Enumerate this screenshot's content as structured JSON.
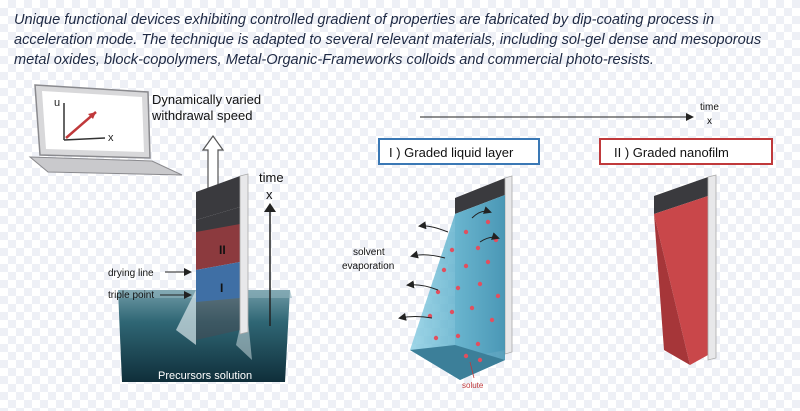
{
  "caption": "Unique functional devices exhibiting controlled gradient of properties are fabricated by dip-coating process in acceleration mode. The technique is adapted to several relevant materials, including sol-gel dense and mesoporous metal oxides, block-copolymers, Metal-Organic-Frameworks colloids and commercial photo-resists.",
  "laptop": {
    "axis_u": "u",
    "axis_x": "x"
  },
  "left_panel": {
    "title_line1": "Dynamically varied",
    "title_line2": "withdrawal speed",
    "time_label": "time",
    "x_label": "x",
    "region_two": "II",
    "region_one": "I",
    "drying_line": "drying line",
    "triple_point": "triple point",
    "solution_label": "Precursors solution"
  },
  "top_axis": {
    "time_label": "time",
    "x_label": "x"
  },
  "middle_panel": {
    "title": "I ) Graded liquid layer",
    "solvent_line1": "solvent",
    "solvent_line2": "evaporation",
    "solute_label": "solute"
  },
  "right_panel": {
    "title": "II ) Graded nanofilm"
  },
  "colors": {
    "caption": "#1f2a44",
    "middle_border": "#3a78b5",
    "right_border": "#c0393b",
    "film_red": "#c9474a",
    "region_red": "#8c3a3e",
    "region_blue": "#3f6fa5",
    "substrate_dark": "#3a3a3e",
    "liquid": "#5fb0cc",
    "water": "#4a7f8c",
    "solute": "#e05060"
  }
}
